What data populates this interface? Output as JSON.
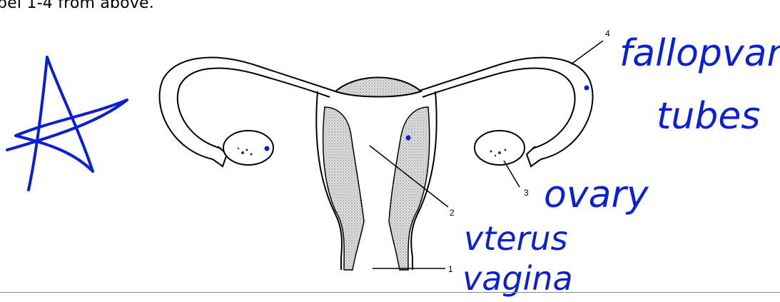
{
  "instruction": "bel 1-4 from above.",
  "diagram_labels": [
    "1",
    "2",
    "3",
    "4"
  ],
  "handwritten_answers": {
    "label_4": [
      "fallopvan",
      "tubes"
    ],
    "label_3": "ovary",
    "label_2": "vterus",
    "label_1": "vagina"
  },
  "colors": {
    "ink": "#0a1fd6",
    "line": "#000000",
    "stipple": "#bdbdbd"
  },
  "icons": {
    "doodle": "star-doodle-icon"
  }
}
